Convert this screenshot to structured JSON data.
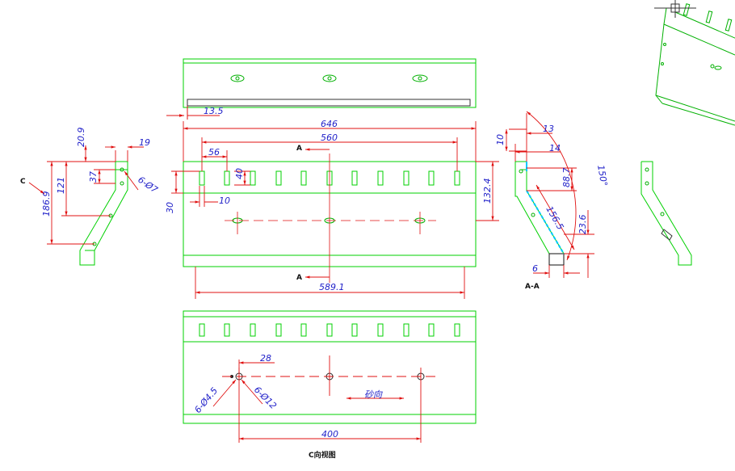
{
  "colors": {
    "outline": "#00d000",
    "dimension": "#e01010",
    "dimension_text": "#1f1fc8",
    "label": "#111111",
    "background": "#ffffff",
    "highlight": "#00c8ff"
  },
  "top_view": {
    "dims": {
      "edge_offset": "13.5"
    }
  },
  "front_view": {
    "dims": {
      "overall_length": "646",
      "slot_pitch_span": "560",
      "slot_offset": "56",
      "slot_width": "10",
      "slot_height": "40",
      "slot_bottom": "30",
      "height": "132.4",
      "hole_span": "589.1"
    },
    "section_marks": {
      "top": "A",
      "bottom": "A"
    }
  },
  "left_view": {
    "dims": {
      "top_offset": "20.9",
      "top_width": "19",
      "hole_drop": "37",
      "arm_height": "121",
      "total_height": "186.9",
      "holes": "6-Ø7"
    },
    "view_arrow": "C"
  },
  "section_view": {
    "dims": {
      "top_margin": "10",
      "offset_13": "13",
      "width_14": "14",
      "angle": "150°",
      "inner_height": "88.7",
      "slope_length": "156.5",
      "foot_height": "23.6",
      "foot_width": "6"
    },
    "title": "A-A"
  },
  "bottom_view": {
    "dims": {
      "hole_offset": "28",
      "slot_holes": "6-Ø4.5",
      "hole_dia": "6-Ø12",
      "hole_spacing": "400",
      "direction": "砂向"
    },
    "title": "C向视图"
  }
}
